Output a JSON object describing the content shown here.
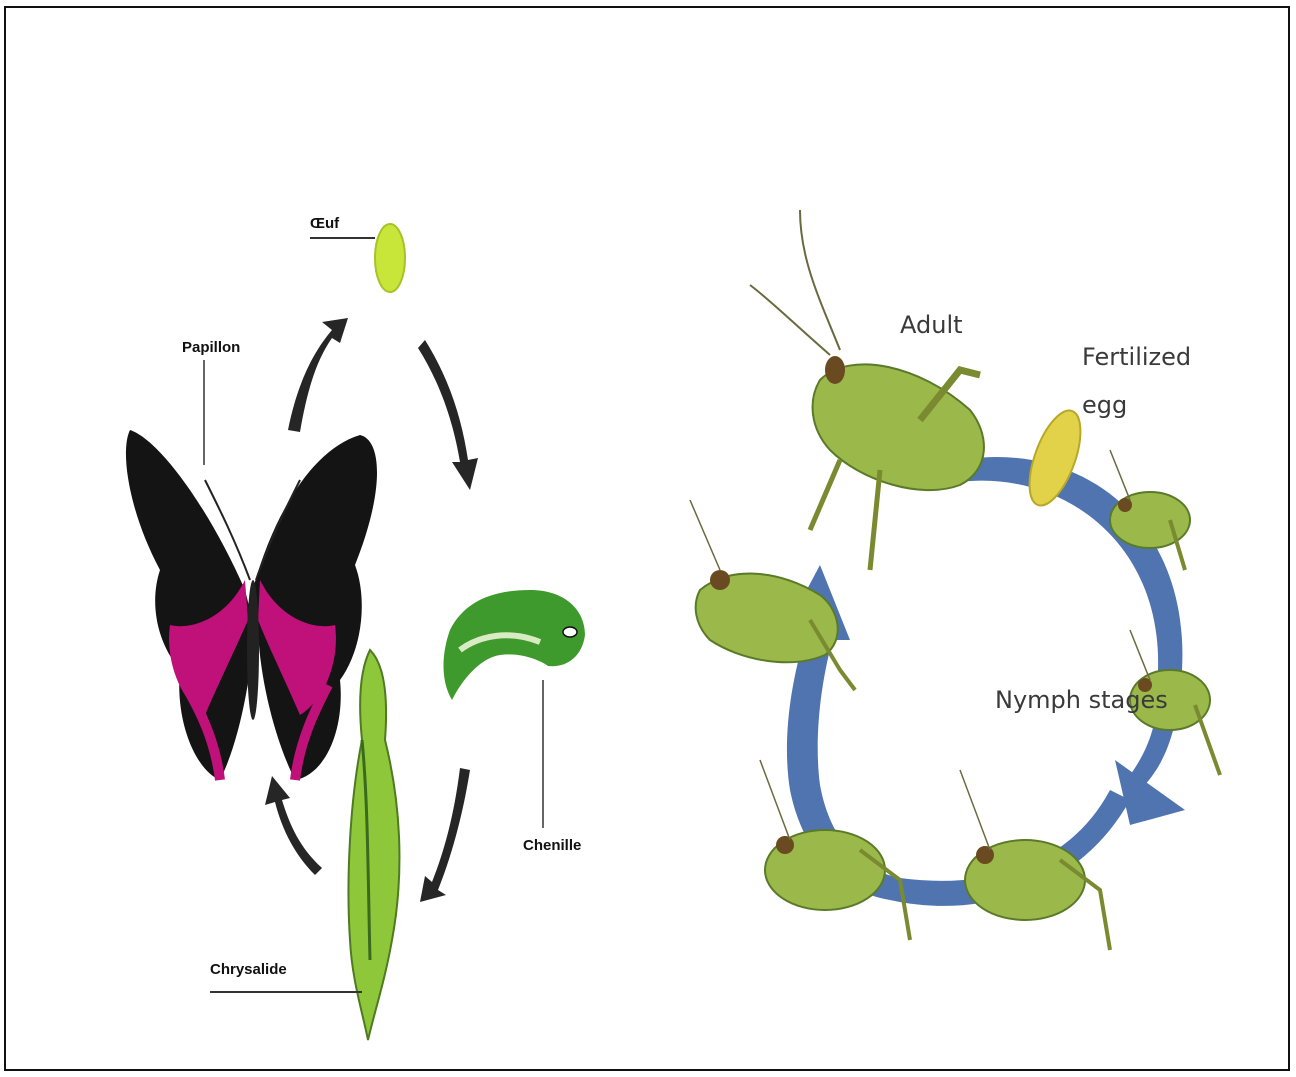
{
  "left_diagram": {
    "stages": {
      "egg": "Œuf",
      "caterpillar": "Chenille",
      "chrysalis": "Chrysalide",
      "butterfly": "Papillon"
    },
    "colors": {
      "arrow": "#262626",
      "egg": "#c8e63a",
      "wing_black": "#141414",
      "wing_pink": "#c0107a",
      "larva_green": "#3e9a2c",
      "pupa_green": "#8ec83a"
    }
  },
  "right_diagram": {
    "labels": {
      "adult": "Adult",
      "egg_line1": "Fertilized",
      "egg_line2": "egg",
      "nymph": "Nymph stages"
    },
    "colors": {
      "arrow": "#4f74b0",
      "egg": "#e2d24a",
      "body": "#9bb84a"
    }
  }
}
